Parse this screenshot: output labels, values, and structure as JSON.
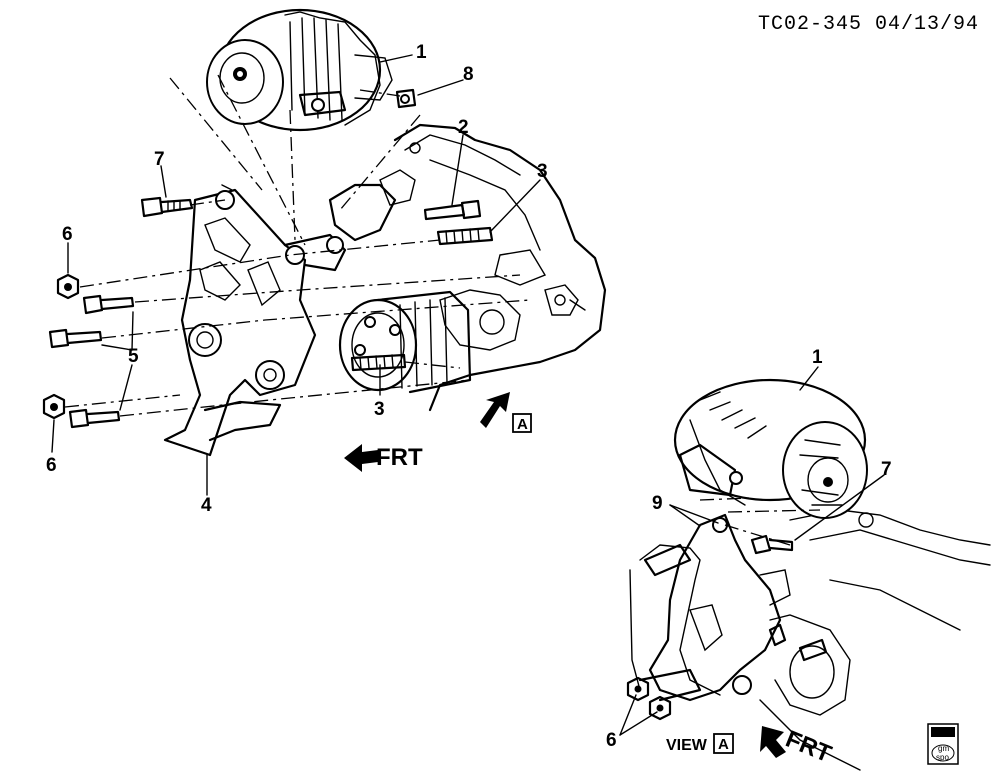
{
  "header": {
    "code": "TC02-345  04/13/94"
  },
  "callouts": {
    "c1_main": "1",
    "c8": "8",
    "c2": "2",
    "c3_upper": "3",
    "c7_main": "7",
    "c6_upper": "6",
    "c5": "5",
    "c6_lower": "6",
    "c3_lower": "3",
    "c4": "4",
    "c1_view": "1",
    "c7_view": "7",
    "c9": "9",
    "c6_view": "6"
  },
  "labels": {
    "frt_main": "FRT",
    "frt_view": "FRT",
    "view_word": "VIEW",
    "view_letter": "A",
    "arrow_letter": "A"
  },
  "logo": {
    "line1": "gm",
    "line2": "spo"
  }
}
